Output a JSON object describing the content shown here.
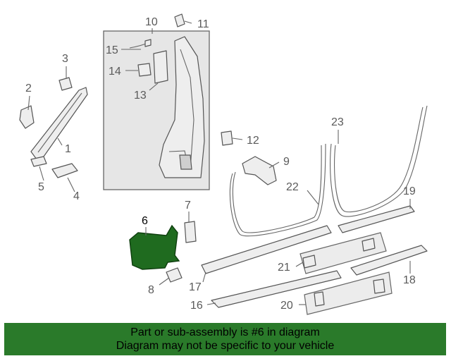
{
  "callouts": [
    "1",
    "2",
    "3",
    "4",
    "5",
    "6",
    "7",
    "8",
    "9",
    "10",
    "11",
    "12",
    "13",
    "14",
    "15",
    "16",
    "17",
    "18",
    "19",
    "20",
    "21",
    "22",
    "23"
  ],
  "highlight_callout": "6",
  "highlight_color": "#1f6b1f",
  "banner": {
    "line1": "Part or sub-assembly is #6 in diagram",
    "line2": "Diagram may not be specific to your vehicle",
    "color": "#2a7a2a"
  }
}
